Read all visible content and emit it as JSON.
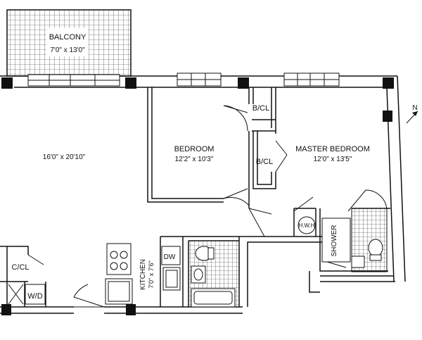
{
  "rooms": {
    "balcony": {
      "name": "BALCONY",
      "dims": "7'0\" x 13'0\""
    },
    "living": {
      "dims": "16'0\" x 20'10\""
    },
    "bedroom": {
      "name": "BEDROOM",
      "dims": "12'2\" x 10'3\""
    },
    "master": {
      "name": "MASTER BEDROOM",
      "dims": "12'0\" x 13'5\""
    },
    "kitchen": {
      "name": "KITCHEN",
      "dims": "7'0\" x 7'6\""
    },
    "bcl1": {
      "name": "B/CL"
    },
    "bcl2": {
      "name": "B/CL"
    },
    "ccl": {
      "name": "C/CL"
    },
    "wd": {
      "name": "W/D"
    },
    "dw": {
      "name": "DW"
    },
    "hwh": {
      "name": "H.W.H"
    },
    "shower": {
      "name": "SHOWER"
    }
  },
  "compass": {
    "label": "N"
  }
}
